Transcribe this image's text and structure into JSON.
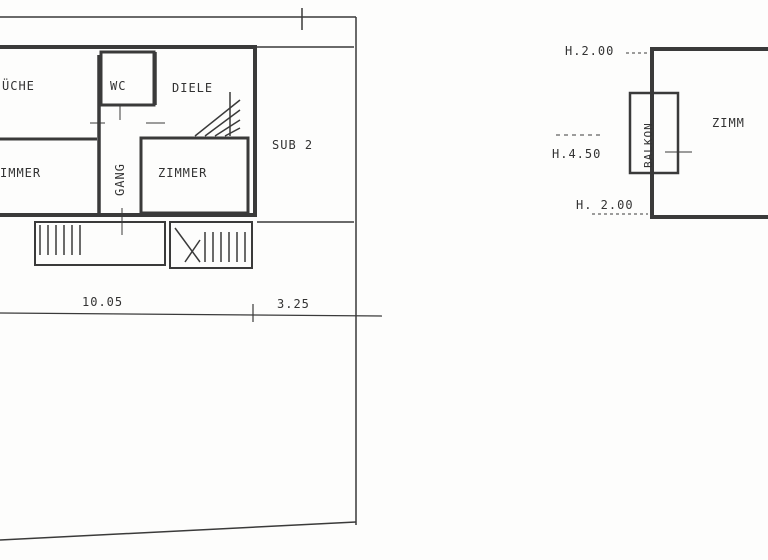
{
  "ground_floor": {
    "rooms": {
      "kitchen": "ÜCHE",
      "wc": "WC",
      "hall": "DIELE",
      "room_left": "IMMER",
      "corridor": "GANG",
      "room_right": "ZIMMER",
      "adjacent": "SUB 2"
    },
    "dimensions": {
      "main": "10.05",
      "side": "3.25"
    }
  },
  "upper_floor": {
    "heights": {
      "top": "H.2.00",
      "middle": "H.4.50",
      "bottom": "H. 2.00"
    },
    "balcony": "BALKON",
    "room": "ZIMM"
  },
  "colors": {
    "line": "#3a3a3a",
    "paper": "#fdfdfc"
  }
}
